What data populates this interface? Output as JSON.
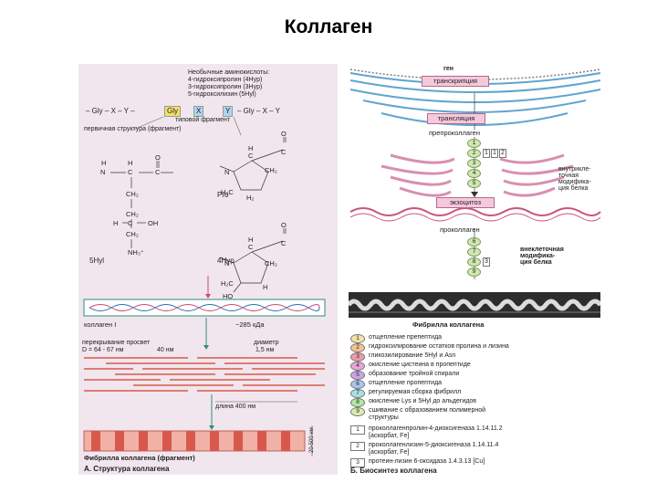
{
  "title": "Коллаген",
  "panel_a": {
    "unusual_header": "Необычные аминокислоты:",
    "unusual_items": [
      "4-гидроксипролин (4Hyp)",
      "3-гидроксипролин (3Hyp)",
      "5-гидроксилизин (5Hyl)"
    ],
    "sequence": {
      "pre": "– Gly – X – Y –",
      "gly": "Gly",
      "x": "X",
      "y": "Y",
      "post": "– Gly – X – Y"
    },
    "typical_fragment": "типовой фрагмент",
    "primary_structure": "первичная структура (фрагмент)",
    "hyl_label": "5Hyl",
    "pro_label": "Pro",
    "hyp_label": "4Hyp",
    "collagen_label": "коллаген I",
    "mass_label": "~285 кДа",
    "overlap_label": "перекрывание просвет",
    "d_label": "D = 64 - 67 нм",
    "gap_label": "40 нм",
    "diameter_label": "диаметр",
    "diameter_value": "1,5 нм",
    "length_label": "длина 400 нм",
    "fibril_fragment": "Фибрилла коллагена (фрагмент)",
    "width_label": "20-500 нм",
    "section_title": "А. Структура коллагена"
  },
  "panel_b": {
    "gene": "ген",
    "transcription": "транскрипция",
    "translation": "трансляция",
    "preprocollagen": "препроколлаген",
    "intracellular": [
      "внутрикле-",
      "точная",
      "модифика-",
      "ция белка"
    ],
    "exocytosis": "экзоцитоз",
    "procollagen": "проколлаген",
    "extracellular": [
      "внеклеточная",
      "модифика-",
      "ция белка"
    ],
    "enzyme_tags": [
      "1",
      "1",
      "2"
    ],
    "enzyme_tag_8": "3",
    "steps": [
      "1",
      "2",
      "3",
      "4",
      "5",
      "6",
      "7",
      "8",
      "9"
    ],
    "fibril_caption": "Фибрилла коллагена",
    "legend": [
      {
        "n": "1",
        "text": "отщепление препептида"
      },
      {
        "n": "2",
        "text": "гидроксилирование остатков пролина и лизина"
      },
      {
        "n": "3",
        "text": "гликозилирование 5Hyl и Asn"
      },
      {
        "n": "4",
        "text": "окисление цистеина в пропептиде"
      },
      {
        "n": "5",
        "text": "образование тройной спирали"
      },
      {
        "n": "6",
        "text": "отщепление пропептида"
      },
      {
        "n": "7",
        "text": "регулируемая сборка фибрилл"
      },
      {
        "n": "8",
        "text": "окисление Lys и 5Hyl до альдегидов"
      },
      {
        "n": "9",
        "text": "сшивание с образованием полимерной структуры"
      }
    ],
    "enzymes": [
      {
        "n": "1",
        "line1": "проколлагенпролин-4-диоксигеназа 1.14.11.2",
        "line2": "[аскорбат, Fe]"
      },
      {
        "n": "2",
        "line1": "проколлагенлизин-5-диоксигеназа 1.14.11.4",
        "line2": "[аскорбат, Fe]"
      },
      {
        "n": "3",
        "line1": "протеин-лизин 6-оксидаза 1.4.3.13 [Cu]",
        "line2": ""
      }
    ],
    "section_title": "Б. Биосинтез коллагена"
  },
  "colors": {
    "panel_bg": "#f1e6ee",
    "pink_box": "#f4c9dd",
    "step_green": "#cfe6b0",
    "er_blue": "#5fa5cf",
    "gly_yellow": "#f3e06a",
    "x_blue": "#a9d8ee",
    "fibril_red": "#d9584c"
  }
}
